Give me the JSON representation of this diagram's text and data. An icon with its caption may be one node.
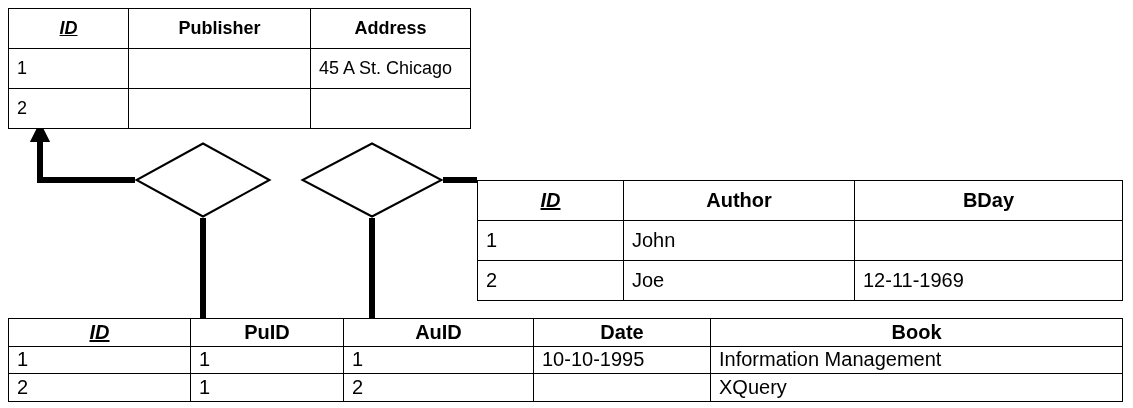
{
  "diagram": {
    "nodes": [
      {
        "text": [
          "ID",
          "Publisher",
          "Address",
          "1",
          "45 A St. Chicago",
          "2"
        ]
      },
      {
        "text": [],
        "shape": "diamond"
      },
      {
        "text": [],
        "shape": "diamond"
      },
      {
        "text": [
          "ID",
          "Author",
          "BDay",
          "1",
          "John",
          "2",
          "Joe",
          "12-11-1969"
        ]
      },
      {
        "text": [
          "ID",
          "PuID",
          "AuID",
          "Date",
          "Book",
          "1",
          "1",
          "1",
          "10-10-1995",
          "Information Management",
          "2",
          "1",
          "2",
          "XQuery"
        ]
      }
    ],
    "edges": [
      {
        "from": 1,
        "to": 0,
        "arrow": "to"
      },
      {
        "from": 1,
        "to": 4,
        "arrow": "none"
      },
      {
        "from": 2,
        "to": 3,
        "arrow": "none"
      },
      {
        "from": 2,
        "to": 4,
        "arrow": "none"
      }
    ]
  }
}
